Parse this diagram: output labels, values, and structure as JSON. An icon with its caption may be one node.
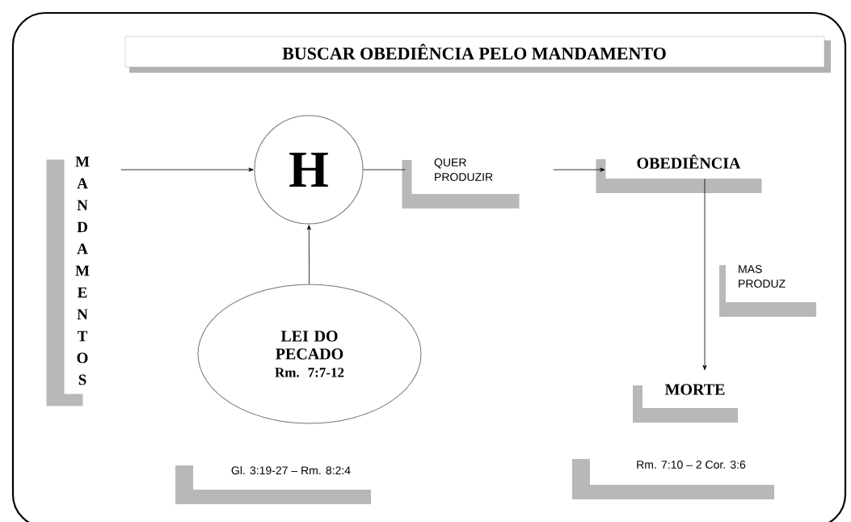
{
  "diagram": {
    "title": "BUSCAR OBEDIÊNCIA PELO MANDAMENTO",
    "nodes": [
      {
        "text": [
          "MANDAMENTOS"
        ]
      },
      {
        "text": [
          "H"
        ]
      },
      {
        "text": [
          "QUER PRODUZIR"
        ]
      },
      {
        "text": [
          "OBEDIÊNCIA"
        ]
      },
      {
        "text": [
          "MAS PRODUZ"
        ]
      },
      {
        "text": [
          "MORTE"
        ]
      },
      {
        "text": [
          "LEI DO PECADO",
          "Rm. 7:7-12"
        ]
      },
      {
        "text": [
          "Gl. 3:19-27 – Rm. 8:2:4"
        ]
      },
      {
        "text": [
          "Rm. 7:10 – 2 Cor. 3:6"
        ]
      }
    ],
    "edges": [
      {
        "from": 0,
        "to": 1,
        "arrow": "to"
      },
      {
        "from": 1,
        "to": 2,
        "arrow": "none"
      },
      {
        "from": 2,
        "to": 3,
        "arrow": "to"
      },
      {
        "from": 3,
        "to": 5,
        "arrow": "to"
      },
      {
        "from": 6,
        "to": 1,
        "arrow": "to"
      }
    ]
  }
}
